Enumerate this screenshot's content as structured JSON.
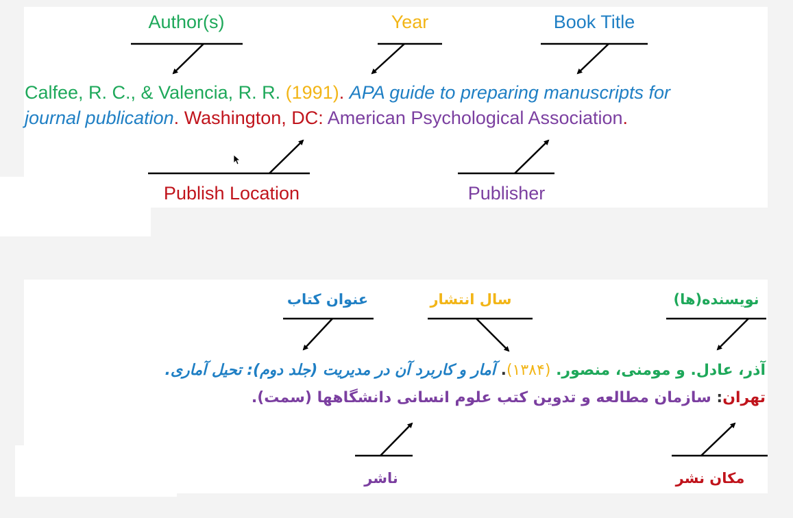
{
  "colors": {
    "author": "#1ea85a",
    "year": "#f2b517",
    "title": "#1f7fc4",
    "location": "#c0141c",
    "publisher": "#7b3fa0"
  },
  "english": {
    "labels": {
      "author": "Author(s)",
      "year": "Year",
      "title": "Book Title",
      "location": "Publish Location",
      "publisher": "Publisher"
    },
    "citation": {
      "author": "Calfee, R. C., & Valencia, R. R.",
      "year": "(1991)",
      "dot1": ".",
      "title1": "APA guide to preparing manuscripts for",
      "title2": "journal publication",
      "dot2": ".",
      "location": "Washington, DC:",
      "publisher": "American Psychological Association",
      "dot3": "."
    }
  },
  "persian": {
    "labels": {
      "title": "عنوان کتاب",
      "year": "سال انتشار",
      "author": "نویسنده(ها)",
      "publisher": "ناشر",
      "location": "مکان نشر"
    },
    "citation": {
      "author": "آذر، عادل. و مومنی، منصور.",
      "year": "(۱۳۸۴)",
      "dot1": ".",
      "title": "آمار و کاربرد آن در مدیریت (جلد دوم): تحیل آماری.",
      "location": "تهران",
      "colon": ":",
      "publisher": "سازمان مطالعه و تدوین کتب علوم انسانی دانشگاهها (سمت)."
    }
  }
}
